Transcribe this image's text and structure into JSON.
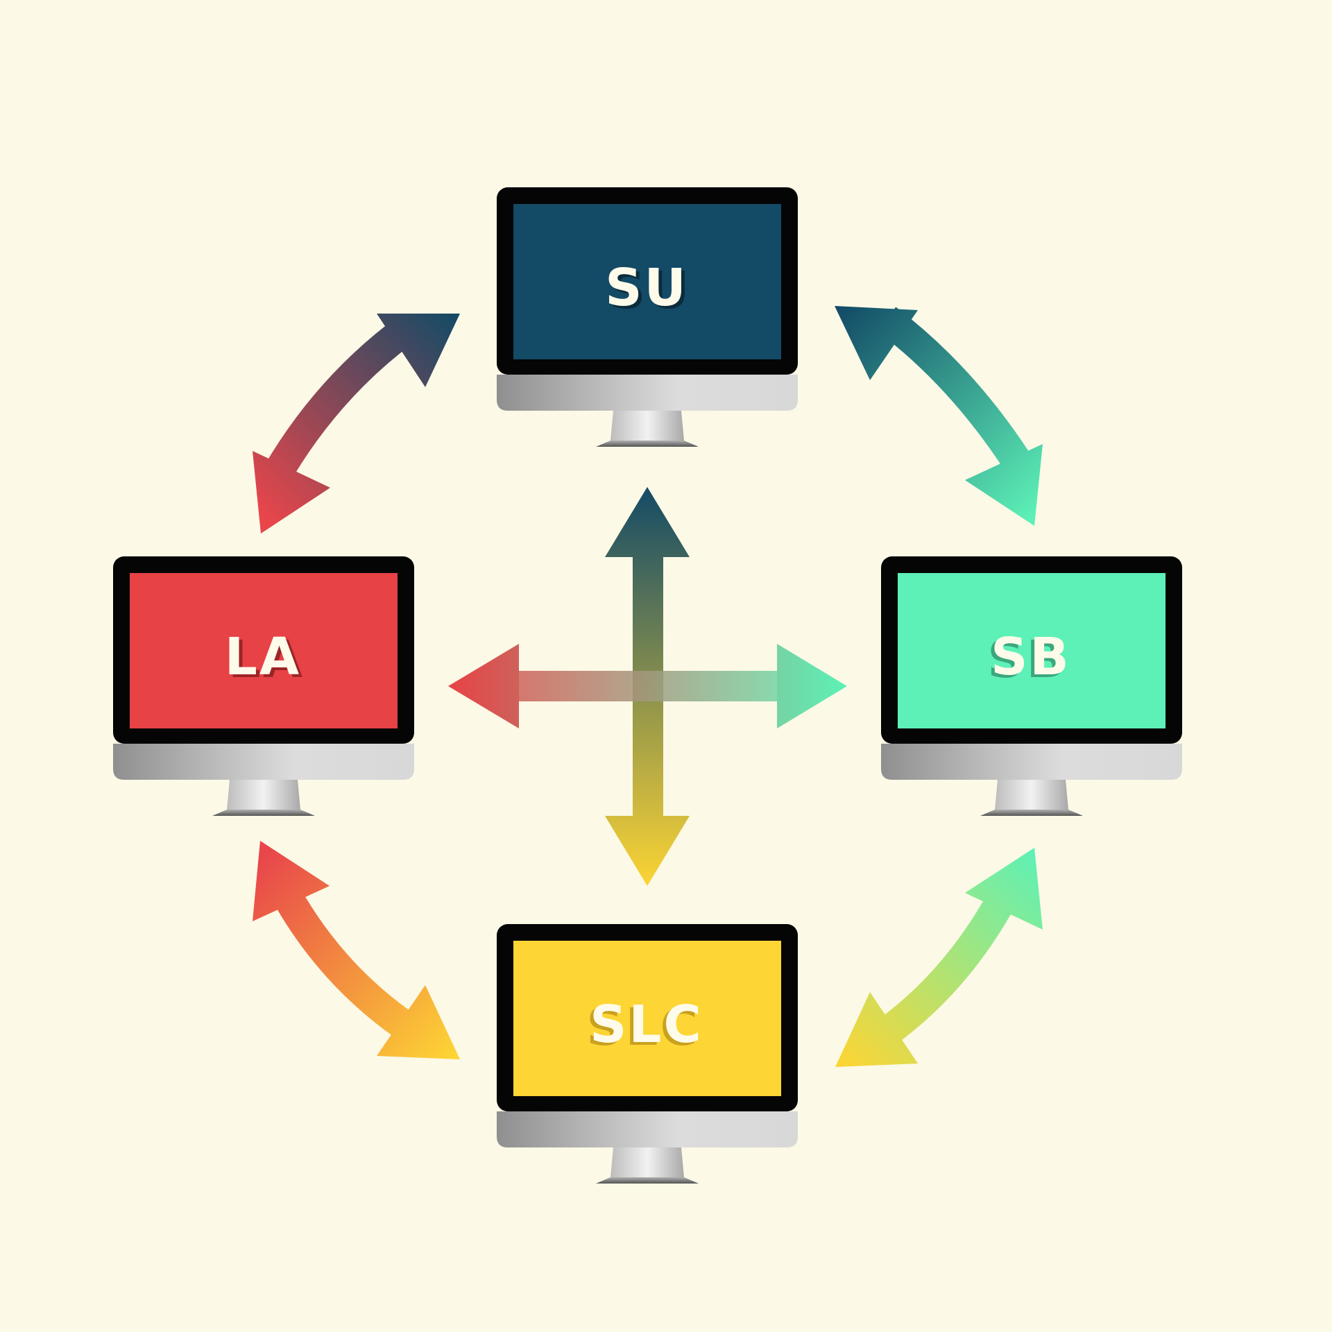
{
  "background": "#fcf9e6",
  "nodes": [
    {
      "id": "su",
      "label": "SU",
      "screen_color": "#134a66",
      "shadow_color": "#0b2c3d"
    },
    {
      "id": "la",
      "label": "LA",
      "screen_color": "#e74246",
      "shadow_color": "#9c2427"
    },
    {
      "id": "sb",
      "label": "SB",
      "screen_color": "#5df1b7",
      "shadow_color": "#3ba77c"
    },
    {
      "id": "slc",
      "label": "SLC",
      "screen_color": "#fdd534",
      "shadow_color": "#c9a11f"
    }
  ],
  "label_text_color": "#fffbea",
  "monitor": {
    "bezel_color": "#050505",
    "chin_gradient": [
      "#8f8f8f",
      "#dcdcdc",
      "#d8d8d8"
    ],
    "stand_gradient": [
      "#c4c4c4",
      "#f2f2f2",
      "#a9a9a9"
    ]
  },
  "connections": [
    {
      "id": "la-su",
      "from": "la",
      "to": "su",
      "colors": [
        "#e8464b",
        "#124a66"
      ]
    },
    {
      "id": "su-sb",
      "from": "su",
      "to": "sb",
      "colors": [
        "#124a66",
        "#5df1b7"
      ]
    },
    {
      "id": "la-slc",
      "from": "la",
      "to": "slc",
      "colors": [
        "#e8464b",
        "#fdd534"
      ]
    },
    {
      "id": "slc-sb",
      "from": "slc",
      "to": "sb",
      "colors": [
        "#fdd534",
        "#5df1b7"
      ]
    }
  ],
  "center_cross": {
    "vertical_colors": [
      "#134a66",
      "#fdd534"
    ],
    "horizontal_colors": [
      "#e74246",
      "#5df1b7"
    ]
  }
}
